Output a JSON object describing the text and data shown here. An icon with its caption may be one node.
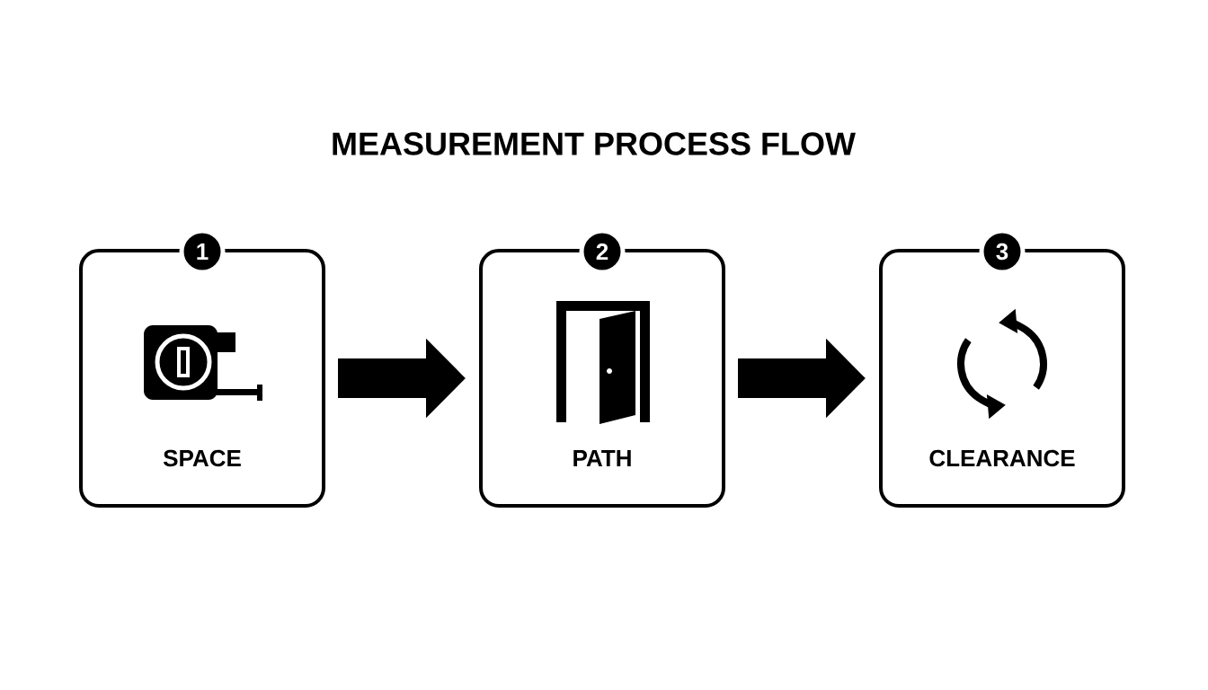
{
  "diagram": {
    "title": "MEASUREMENT PROCESS FLOW",
    "nodes": [
      {
        "text": [
          "1",
          "SPACE"
        ]
      },
      {
        "text": [
          "2",
          "PATH"
        ]
      },
      {
        "text": [
          "3",
          "CLEARANCE"
        ]
      }
    ],
    "edges": [
      {
        "from": 0,
        "to": 1,
        "arrow": "to"
      },
      {
        "from": 1,
        "to": 2,
        "arrow": "to"
      }
    ]
  }
}
